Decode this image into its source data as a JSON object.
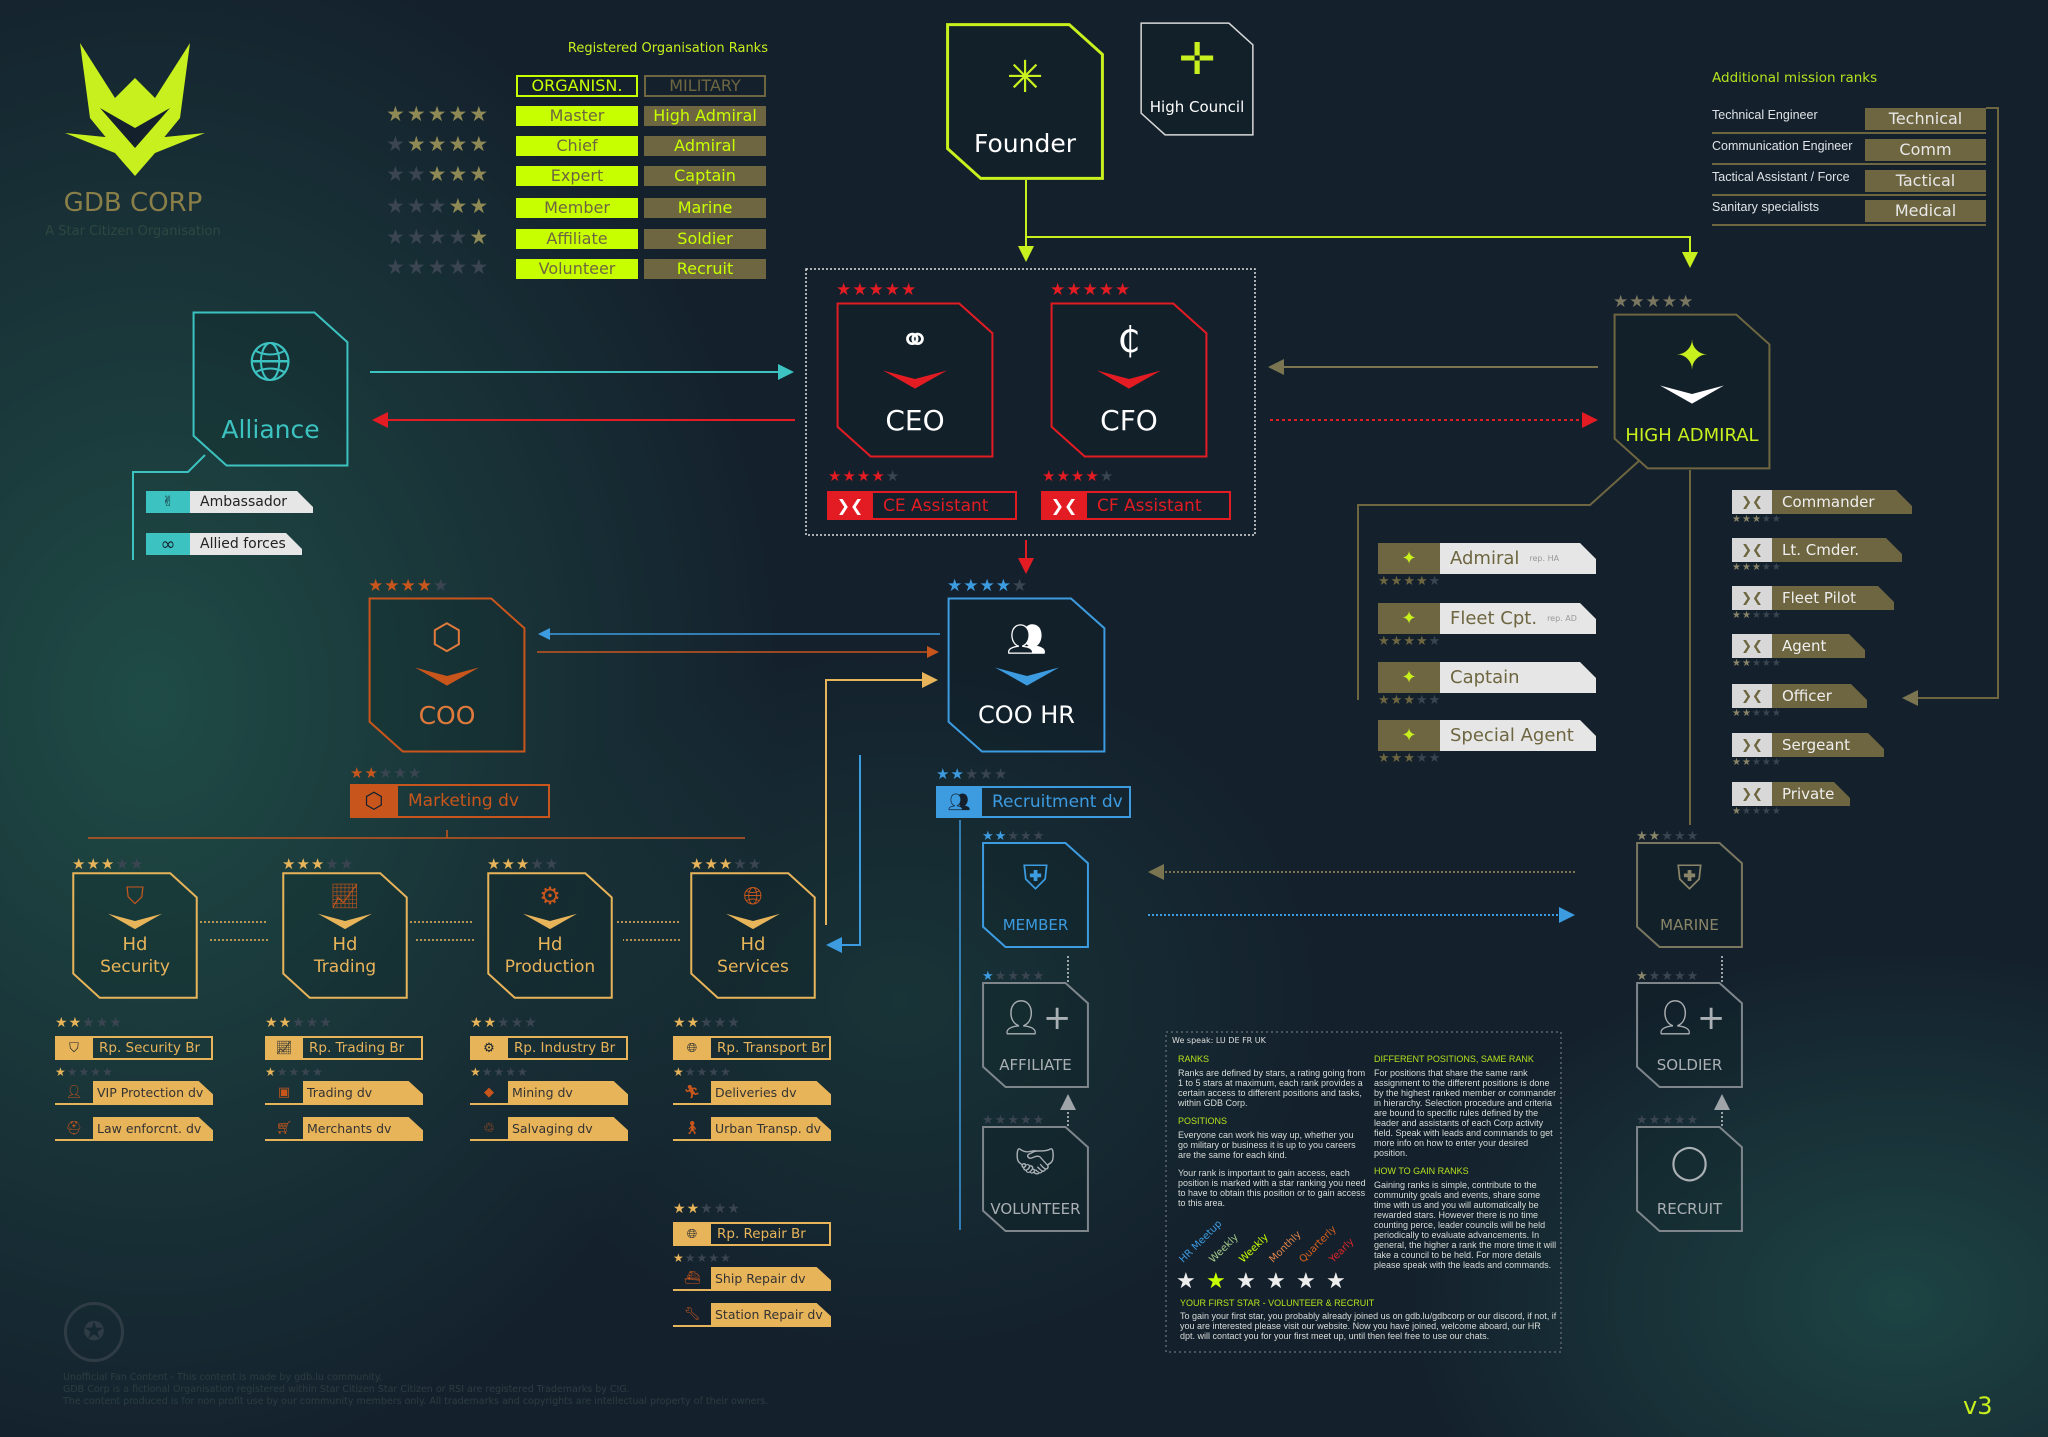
{
  "colors": {
    "lime": "#c8ff00",
    "olive": "#6e6640",
    "red": "#e31b23",
    "teal": "#3cc2c0",
    "orange": "#c8561c",
    "blue": "#3d9be0",
    "gold": "#e8b45a",
    "grey": "#9ea4a8",
    "marine": "#7a7660"
  },
  "logo": {
    "name": "GDB CORP",
    "subtitle": "A Star Citizen Organisation"
  },
  "org_ranks": {
    "title": "Registered Organisation Ranks",
    "header_org": "ORGANISN.",
    "header_mil": "MILITARY",
    "rows": [
      {
        "stars": 5,
        "org": "Master",
        "military": "High Admiral"
      },
      {
        "stars": 4,
        "org": "Chief",
        "military": "Admiral"
      },
      {
        "stars": 3,
        "org": "Expert",
        "military": "Captain"
      },
      {
        "stars": 2,
        "org": "Member",
        "military": "Marine"
      },
      {
        "stars": 1,
        "org": "Affiliate",
        "military": "Soldier"
      },
      {
        "stars": 0,
        "org": "Volunteer",
        "military": "Recruit"
      }
    ]
  },
  "founder": {
    "label": "Founder",
    "icon": "founder-emblem-icon"
  },
  "high_council": {
    "label": "High Council",
    "icon": "council-star-icon"
  },
  "mission_ranks": {
    "title": "Additional mission ranks",
    "rows": [
      {
        "label": "Technical Engineer",
        "rank": "Technical"
      },
      {
        "label": "Communication Engineer",
        "rank": "Comm"
      },
      {
        "label": "Tactical Assistant / Force",
        "rank": "Tactical"
      },
      {
        "label": "Sanitary specialists",
        "rank": "Medical"
      }
    ]
  },
  "ceo": {
    "label": "CEO",
    "stars": 5,
    "icon": "molecule-icon"
  },
  "cfo": {
    "label": "CFO",
    "stars": 5,
    "icon": "currency-icon"
  },
  "ce_assistant": {
    "label": "CE Assistant",
    "stars": 4
  },
  "cf_assistant": {
    "label": "CF Assistant",
    "stars": 4
  },
  "alliance": {
    "label": "Alliance",
    "icon": "globe-icon",
    "items": [
      {
        "label": "Ambassador",
        "icon": "handshake-icon"
      },
      {
        "label": "Allied forces",
        "icon": "infinity-icon"
      }
    ]
  },
  "high_admiral": {
    "label": "HIGH ADMIRAL",
    "stars": 5,
    "icon": "star-wings-icon"
  },
  "coo": {
    "label": "COO",
    "stars": 4,
    "icon": "hexagon-icon"
  },
  "marketing": {
    "label": "Marketing dv",
    "stars": 2
  },
  "coo_hr": {
    "label": "COO HR",
    "stars": 4,
    "icon": "people-icon"
  },
  "recruitment": {
    "label": "Recruitment dv",
    "stars": 2
  },
  "heads": [
    {
      "line1": "Hd",
      "line2": "Security",
      "stars": 3,
      "icon": "shield-icon",
      "branches": [
        {
          "rep": "Rp. Security Br",
          "stars": 2,
          "divs": [
            {
              "label": "VIP Protection dv",
              "icon": "agent-icon",
              "stars": 1
            },
            {
              "label": "Law enforcnt. dv",
              "icon": "police-cap-icon"
            }
          ]
        }
      ]
    },
    {
      "line1": "Hd",
      "line2": "Trading",
      "stars": 3,
      "icon": "chart-icon",
      "branches": [
        {
          "rep": "Rp. Trading Br",
          "stars": 2,
          "divs": [
            {
              "label": "Trading dv",
              "icon": "box-icon",
              "stars": 1
            },
            {
              "label": "Merchants dv",
              "icon": "cart-icon"
            }
          ]
        }
      ]
    },
    {
      "line1": "Hd",
      "line2": "Production",
      "stars": 3,
      "icon": "gear-icon",
      "branches": [
        {
          "rep": "Rp. Industry Br",
          "stars": 2,
          "divs": [
            {
              "label": "Mining dv",
              "icon": "gem-icon",
              "stars": 1
            },
            {
              "label": "Salvaging dv",
              "icon": "recycle-icon"
            }
          ]
        }
      ]
    },
    {
      "line1": "Hd",
      "line2": "Services",
      "stars": 3,
      "icon": "globe-icon",
      "branches": [
        {
          "rep": "Rp. Transport Br",
          "stars": 2,
          "divs": [
            {
              "label": "Deliveries dv",
              "icon": "runner-icon",
              "stars": 1
            },
            {
              "label": "Urban Transp. dv",
              "icon": "walker-icon"
            }
          ]
        },
        {
          "rep": "Rp. Repair Br",
          "stars": 2,
          "divs": [
            {
              "label": "Ship Repair dv",
              "icon": "ship-icon",
              "stars": 1
            },
            {
              "label": "Station Repair dv",
              "icon": "wrench-icon"
            }
          ]
        }
      ]
    }
  ],
  "civil_ladder": [
    {
      "label": "MEMBER",
      "stars": 2,
      "icon": "member-badge-icon"
    },
    {
      "label": "AFFILIATE",
      "stars": 1,
      "icon": "user-add-icon"
    },
    {
      "label": "VOLUNTEER",
      "stars": 0,
      "icon": "handshake-icon"
    }
  ],
  "military_ladder": [
    {
      "label": "MARINE",
      "stars": 2,
      "icon": "marine-badge-icon"
    },
    {
      "label": "SOLDIER",
      "stars": 1,
      "icon": "user-add-icon"
    },
    {
      "label": "RECRUIT",
      "stars": 0,
      "icon": "ring-icon"
    }
  ],
  "officers": [
    {
      "label": "Admiral",
      "note": "rep. HA",
      "stars": 4
    },
    {
      "label": "Fleet Cpt.",
      "note": "rep. AD",
      "stars": 4
    },
    {
      "label": "Captain",
      "note": "",
      "stars": 3
    },
    {
      "label": "Special Agent",
      "note": "",
      "stars": 3
    }
  ],
  "ranks_right": [
    {
      "label": "Commander",
      "stars": 3
    },
    {
      "label": "Lt. Cmder.",
      "stars": 3
    },
    {
      "label": "Fleet Pilot",
      "stars": 2
    },
    {
      "label": "Agent",
      "stars": 2
    },
    {
      "label": "Officer",
      "stars": 2
    },
    {
      "label": "Sergeant",
      "stars": 2
    },
    {
      "label": "Private",
      "stars": 1
    }
  ],
  "info": {
    "languages": "We speak: LU  DE  FR  UK",
    "ranks_title": "RANKS",
    "ranks_text": "Ranks are defined by stars, a rating going from 1 to 5 stars at maximum, each rank provides a certain access to different positions and tasks, within GDB Corp.",
    "positions_title": "POSITIONS",
    "positions_text1": "Everyone can work his way up, whether you go military or business it is up to you careers are the same for each kind.",
    "positions_text2": "Your rank is important to gain access, each position is marked with a star ranking you need to have to obtain this position or to gain access to this area.",
    "diff_title": "DIFFERENT POSITIONS, SAME RANK",
    "diff_text": "For positions that share the same rank assignment to the different positions is done by the highest ranked member or commander in hierarchy. Selection procedure and criteria are bound to specific rules defined by the leader and assistants of each Corp activity field. Speak with leads and commands to get more info on how to enter your desired position.",
    "gain_title": "HOW TO GAIN RANKS",
    "gain_text": "Gaining ranks is simple, contribute to the community goals and events, share some time with us and you will automatically be rewarded stars. However there is no time counting perce, leader councils will be held periodically to evaluate advancements. In general, the higher a rank the more time it will take a council to be held. For more details please speak with the leads and commands.",
    "first_title": "YOUR FIRST STAR - VOLUNTEER & RECRUIT",
    "first_text": "To gain your first star, you probably already joined us on gdb.lu/gdbcorp or our discord, if not, if you are interested please visit our website. Now you have joined, welcome aboard, our HR dpt. will contact you for your first meet up, until then feel free to use our chats.",
    "timeline": [
      {
        "label": "HR Meetup",
        "color": "#3d9be0"
      },
      {
        "label": "Weekly",
        "color": "#a6c98a"
      },
      {
        "label": "Weekly",
        "color": "#c8ff00"
      },
      {
        "label": "Monthly",
        "color": "#e0844a"
      },
      {
        "label": "Quarterly",
        "color": "#d8601c"
      },
      {
        "label": "Yearly",
        "color": "#d8262a"
      }
    ]
  },
  "footer": {
    "line1": "Unofficial Fan Content - This content is made by gdb.lu community.",
    "line2": "GDB Corp is a fictional Organisation registered within Star Citizen Star Citizen or RSI are registered Trademarks by CIG.",
    "line3": "The content produced is for non profit use by our community members only. All trademarks and copyrights are intellectual property of their owners."
  },
  "version": "v3"
}
